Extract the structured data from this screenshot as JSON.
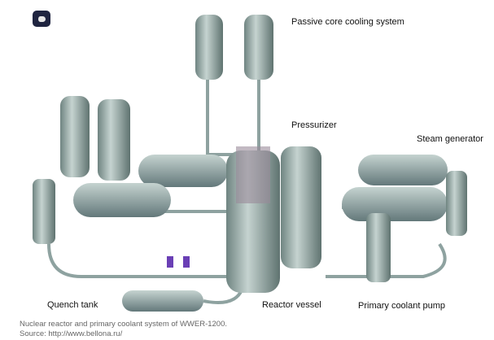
{
  "labels": {
    "passive": "Passive core cooling system",
    "pressurizer": "Pressurizer",
    "steam_generator": "Steam generator",
    "quench_tank": "Quench tank",
    "reactor_vessel": "Reactor vessel",
    "pump": "Primary coolant pump"
  },
  "caption": {
    "line1": "Nuclear reactor and primary coolant system of WWER-1200.",
    "line2": "Source: http://www.bellona.ru/"
  },
  "badge_icon": "image-badge-icon",
  "colors": {
    "equipment": "#93a7a4",
    "badge": "#1f2440"
  }
}
